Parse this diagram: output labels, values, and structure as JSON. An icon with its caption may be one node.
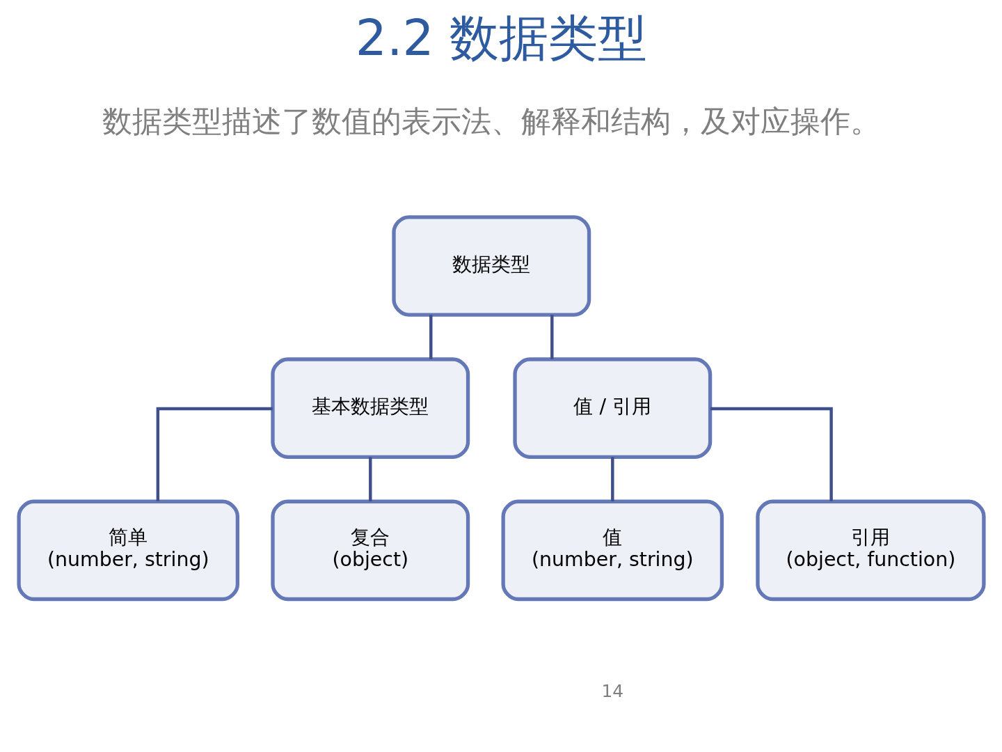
{
  "diagram": {
    "title": "2.2 数据类型",
    "nodes": [
      {
        "text": [
          "数据类型"
        ]
      },
      {
        "text": [
          "基本数据类型"
        ]
      },
      {
        "text": [
          "值 / 引用"
        ]
      },
      {
        "text": [
          "简单",
          "(number, string)"
        ]
      },
      {
        "text": [
          "复合",
          "(object)"
        ]
      },
      {
        "text": [
          "值",
          "(number, string)"
        ]
      },
      {
        "text": [
          "引用",
          "(object, function)"
        ]
      }
    ],
    "edges": [
      {
        "from": 0,
        "to": 1,
        "arrow": "none"
      },
      {
        "from": 0,
        "to": 2,
        "arrow": "none"
      },
      {
        "from": 1,
        "to": 3,
        "arrow": "none"
      },
      {
        "from": 1,
        "to": 4,
        "arrow": "none"
      },
      {
        "from": 2,
        "to": 5,
        "arrow": "none"
      },
      {
        "from": 2,
        "to": 6,
        "arrow": "none"
      }
    ],
    "labels": [
      "数据类型描述了数值的表示法、解释和结构，及对应操作。",
      "14"
    ]
  }
}
